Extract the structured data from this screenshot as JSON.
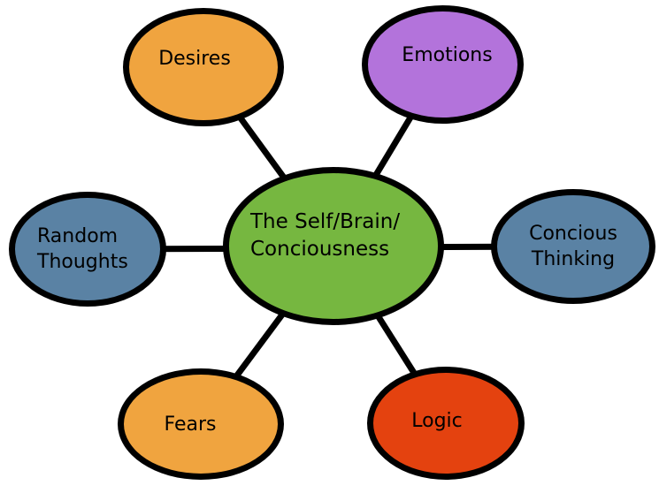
{
  "diagram": {
    "type": "mind-map",
    "background_color": "#ffffff",
    "connector_color": "#000000",
    "node_border_color": "#000000",
    "text_color": "#000000",
    "center_node": {
      "id": "self",
      "label_lines": {
        "0": "The Self/Brain/",
        "1": "Conciousness"
      },
      "fill_color": "#76B740"
    },
    "nodes": [
      {
        "id": "desires",
        "label_lines": {
          "0": "Desires"
        },
        "fill_color": "#F0A43F"
      },
      {
        "id": "emotions",
        "label_lines": {
          "0": "Emotions"
        },
        "fill_color": "#B373DB"
      },
      {
        "id": "concious-thinking",
        "label_lines": {
          "0": "Concious",
          "1": "Thinking"
        },
        "fill_color": "#5A82A4"
      },
      {
        "id": "logic",
        "label_lines": {
          "0": "Logic"
        },
        "fill_color": "#E4420F"
      },
      {
        "id": "fears",
        "label_lines": {
          "0": "Fears"
        },
        "fill_color": "#F0A43F"
      },
      {
        "id": "random-thoughts",
        "label_lines": {
          "0": "Random",
          "1": "Thoughts"
        },
        "fill_color": "#5A82A4"
      }
    ],
    "connections": [
      {
        "from": "self",
        "to": "desires"
      },
      {
        "from": "self",
        "to": "emotions"
      },
      {
        "from": "self",
        "to": "concious-thinking"
      },
      {
        "from": "self",
        "to": "logic"
      },
      {
        "from": "self",
        "to": "fears"
      },
      {
        "from": "self",
        "to": "random-thoughts"
      }
    ]
  }
}
